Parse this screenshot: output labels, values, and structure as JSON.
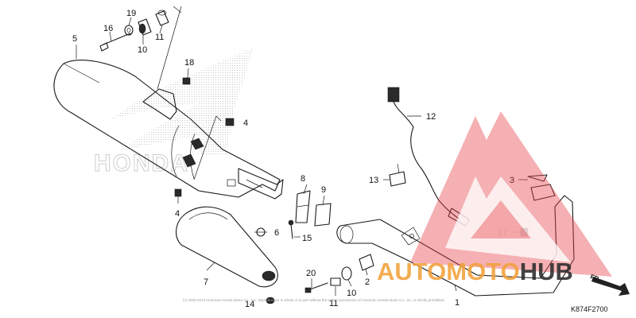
{
  "diagram": {
    "callouts": {
      "c1": "1",
      "c2": "2",
      "c3": "3",
      "c4a": "4",
      "c4b": "4",
      "c5": "5",
      "c6": "6",
      "c7": "7",
      "c8": "8",
      "c9": "9",
      "c10a": "10",
      "c10b": "10",
      "c11a": "11",
      "c11b": "11",
      "c12": "12",
      "c13": "13",
      "c14": "14",
      "c15": "15",
      "c16": "16",
      "c17": "17",
      "c18": "18",
      "c19": "19",
      "c20": "20"
    },
    "diagram_code": "K874F2700",
    "direction_label": "FR.",
    "copyright_note": "(c) 2003-2013 American Honda Motor Co., Inc. Reproduction in whole or in part without the written permission of American Honda Motor Co., Inc. is strictly prohibited."
  },
  "watermark": {
    "background_logo_text": "HONDA",
    "brand_first": "AUTOMOTO",
    "brand_second": "HUB",
    "colors": {
      "triangle": "#e8434a",
      "brand_orange": "#f2a13a",
      "brand_dark": "#2b2b2b"
    }
  }
}
